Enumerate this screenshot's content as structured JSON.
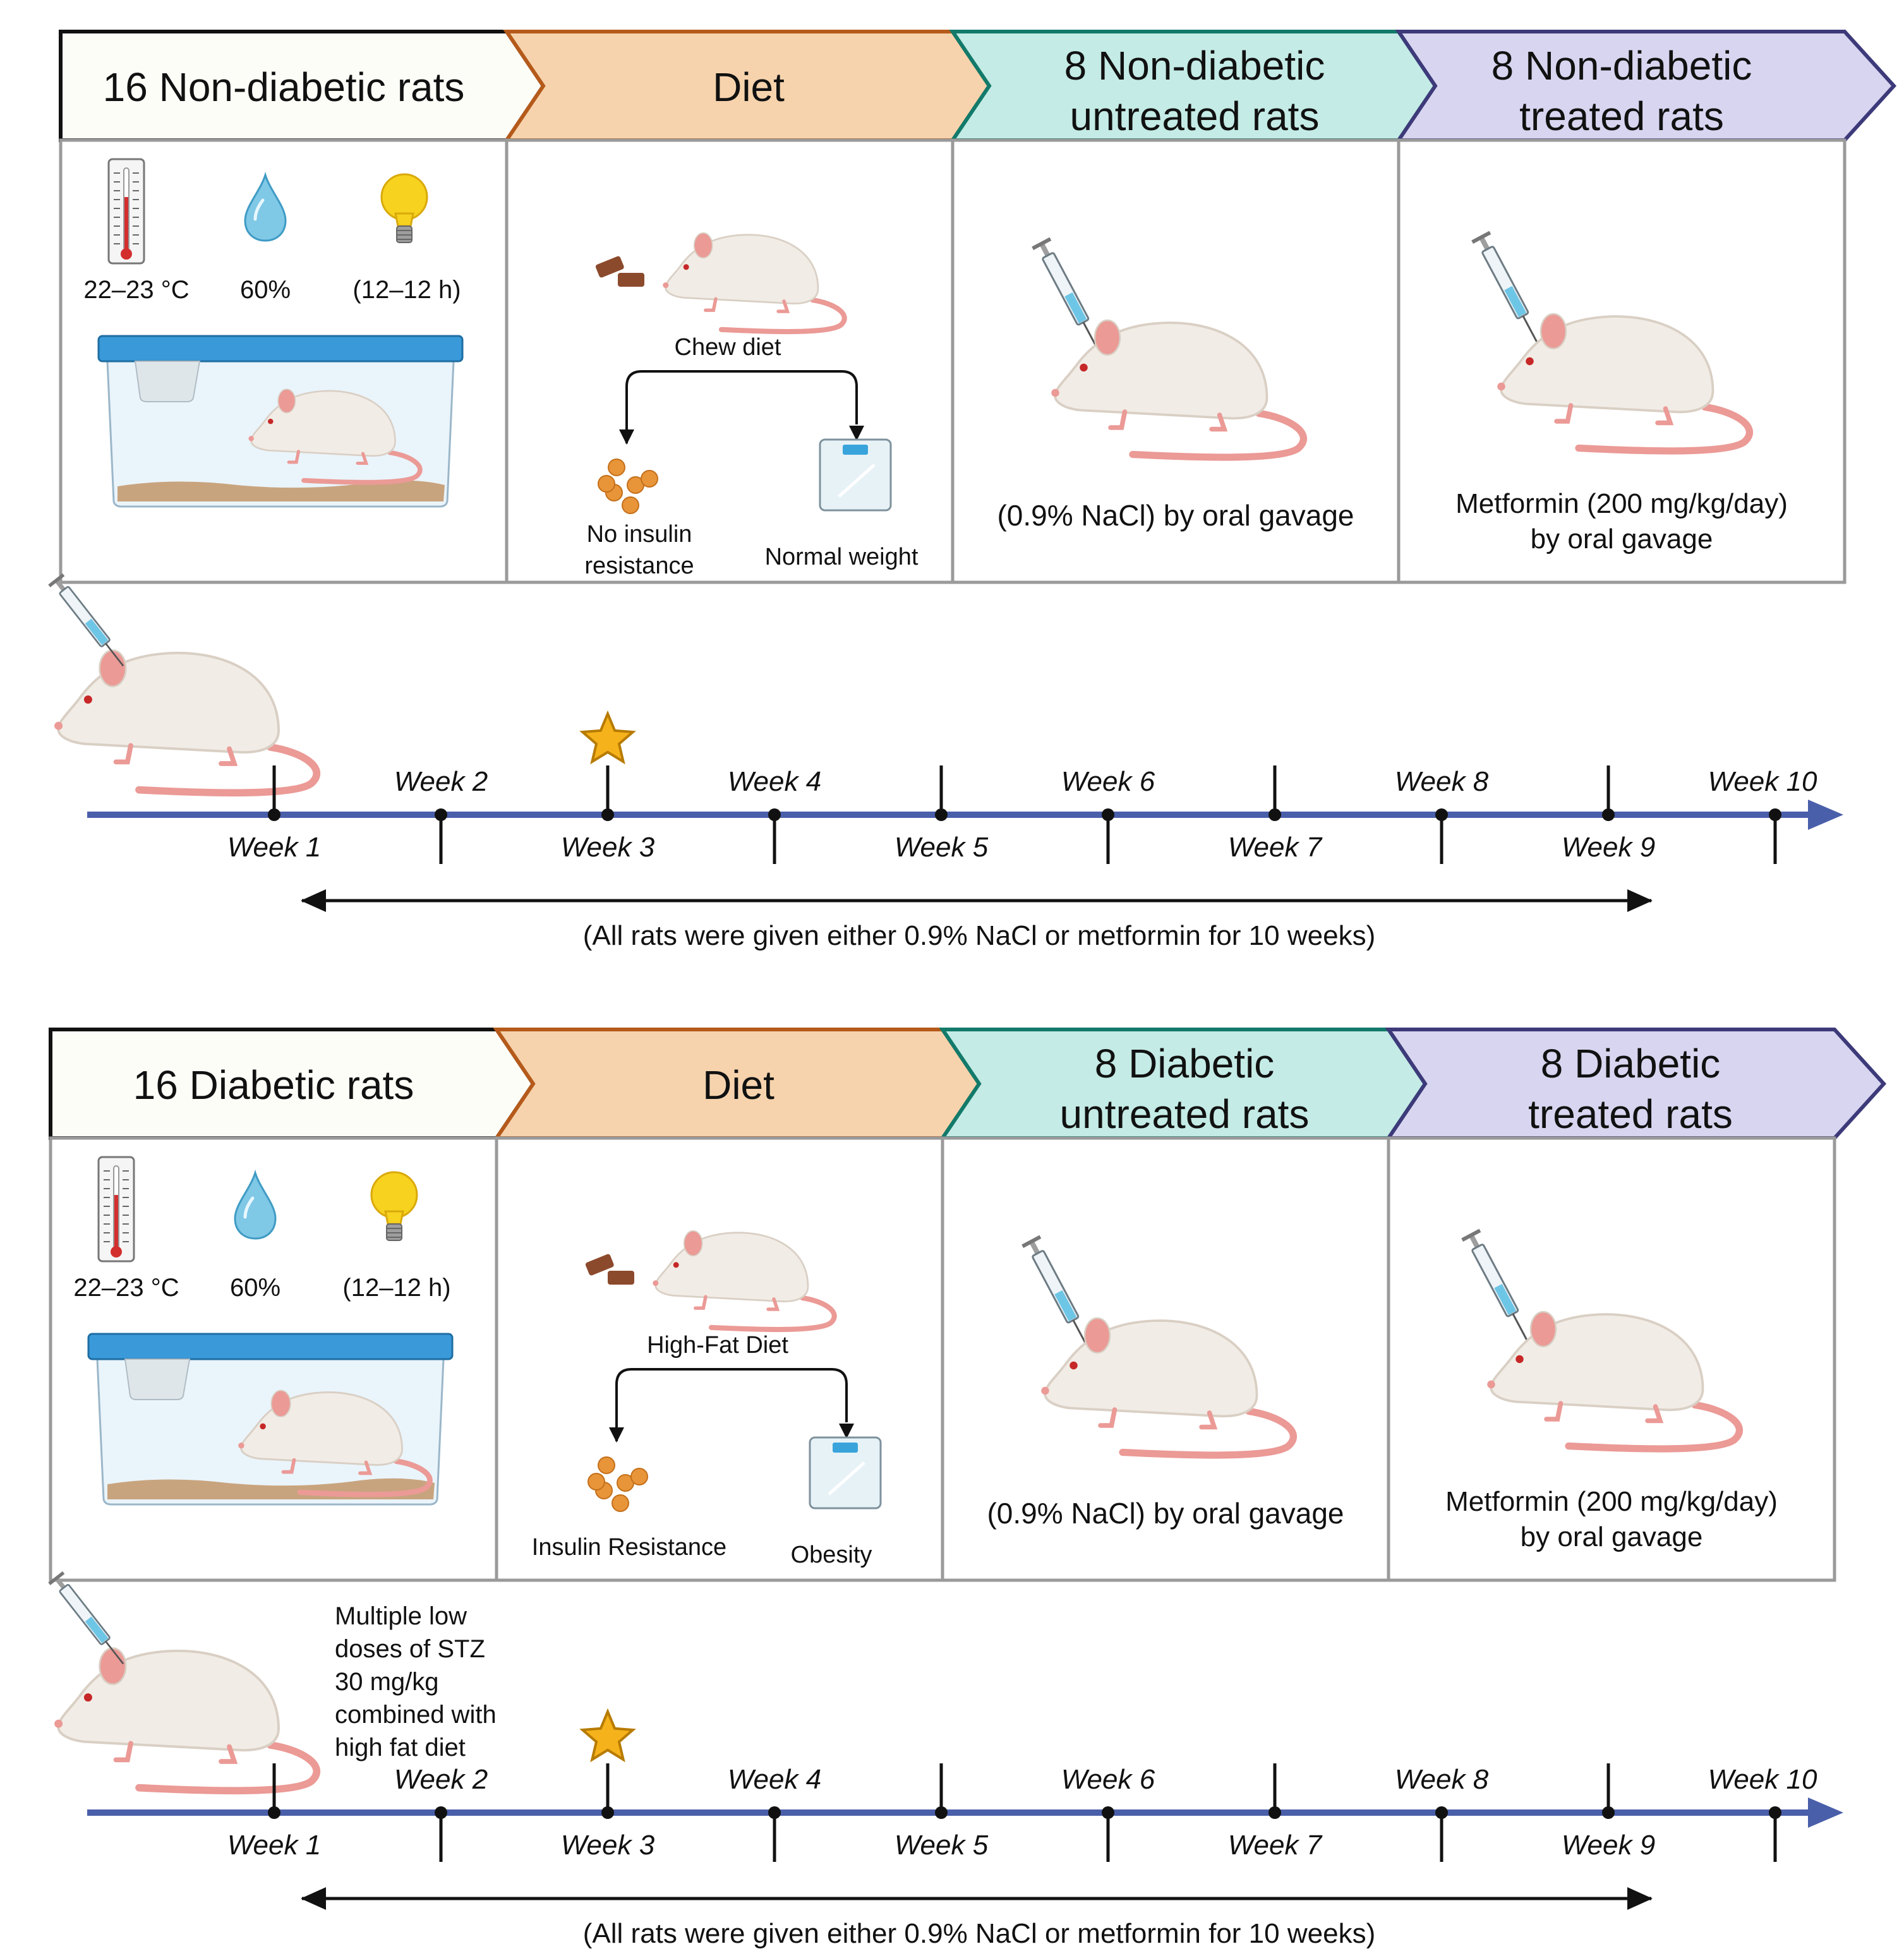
{
  "panels": [
    {
      "id": "nondiabetic",
      "header": {
        "group_lines": [
          "16 Non-diabetic rats"
        ],
        "diet_label": "Diet",
        "untreated_lines": [
          "8 Non-diabetic",
          "untreated rats"
        ],
        "treated_lines": [
          "8 Non-diabetic",
          "treated rats"
        ]
      },
      "housing": {
        "temperature": "22–23 °C",
        "humidity": "60%",
        "light_cycle": "(12–12 h)"
      },
      "diet": {
        "label": "Chew diet",
        "outcome_left_lines": [
          "No insulin",
          "resistance"
        ],
        "outcome_right_lines": [
          "Normal weight"
        ]
      },
      "untreated_caption_lines": [
        "(0.9% NaCl) by oral gavage"
      ],
      "treated_caption_lines": [
        "Metformin (200 mg/kg/day)",
        "by oral gavage"
      ],
      "induction_note_lines": [],
      "timeline": {
        "weeks": [
          "Week 1",
          "Week 2",
          "Week 3",
          "Week 4",
          "Week 5",
          "Week 6",
          "Week 7",
          "Week 8",
          "Week 9",
          "Week 10"
        ],
        "star_week": 3,
        "span_caption": "(All rats were given either 0.9% NaCl or metformin for 10  weeks)"
      }
    },
    {
      "id": "diabetic",
      "header": {
        "group_lines": [
          "16 Diabetic rats"
        ],
        "diet_label": "Diet",
        "untreated_lines": [
          "8 Diabetic",
          "untreated rats"
        ],
        "treated_lines": [
          "8 Diabetic",
          "treated rats"
        ]
      },
      "housing": {
        "temperature": "22–23 °C",
        "humidity": "60%",
        "light_cycle": "(12–12 h)"
      },
      "diet": {
        "label": "High-Fat Diet",
        "outcome_left_lines": [
          "Insulin Resistance"
        ],
        "outcome_right_lines": [
          "Obesity"
        ]
      },
      "untreated_caption_lines": [
        "(0.9% NaCl) by oral gavage"
      ],
      "treated_caption_lines": [
        "Metformin (200 mg/kg/day)",
        "by oral gavage"
      ],
      "induction_note_lines": [
        "Multiple low",
        "doses of STZ",
        "30 mg/kg",
        "combined with",
        "high fat diet"
      ],
      "timeline": {
        "weeks": [
          "Week 1",
          "Week 2",
          "Week 3",
          "Week 4",
          "Week 5",
          "Week 6",
          "Week 7",
          "Week 8",
          "Week 9",
          "Week 10"
        ],
        "star_week": 3,
        "span_caption": "(All rats were given either 0.9% NaCl or metformin for 10 weeks)"
      }
    }
  ],
  "colors": {
    "group_fill": "#fdfdf8",
    "diet_fill": "#f6d3ad",
    "diet_border": "#b55a1a",
    "untreated_fill": "#c4ebe5",
    "untreated_border": "#127a6a",
    "treated_fill": "#d8d5f0",
    "treated_border": "#3d3a7a",
    "timeline": "#4a5faa",
    "rat_body": "#f1ece6",
    "rat_shade": "#d9cfc4",
    "rat_pink": "#eb9a96",
    "star": "#f6b21b",
    "cage_lid": "#3a9ad9",
    "bedding": "#c8a47e",
    "pellet": "#e8953a",
    "chow": "#8c4a2c",
    "drop": "#7fc8e6",
    "bulb": "#f7d21e",
    "box_border": "#9a9a9a"
  },
  "icons": [
    "thermometer-icon",
    "water-drop-icon",
    "light-bulb-icon",
    "rat-cage-icon",
    "rat-icon",
    "syringe-icon",
    "chow-icon",
    "pellets-icon",
    "scale-icon",
    "star-icon"
  ]
}
